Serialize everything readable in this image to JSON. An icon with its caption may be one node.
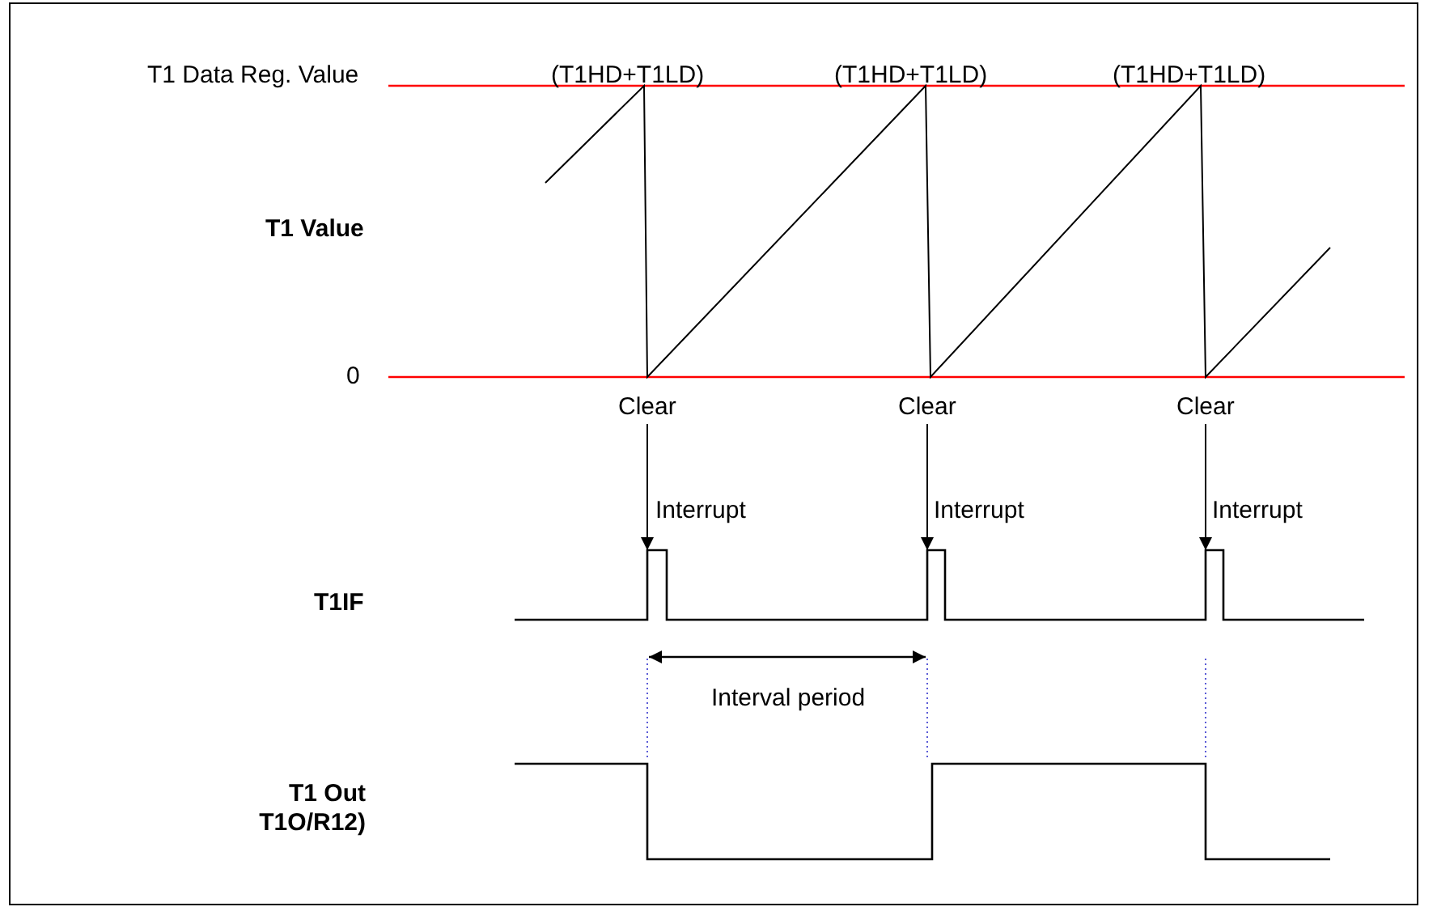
{
  "diagram": {
    "nodes": [
      {
        "text": [
          "Clear"
        ]
      },
      {
        "text": [
          "Clear"
        ]
      },
      {
        "text": [
          "Clear"
        ]
      },
      {
        "text": [],
        "shape": "line"
      }
    ],
    "edges": [
      {
        "from": 0,
        "to": 3,
        "arrow": "to"
      },
      {
        "from": 1,
        "to": 3,
        "arrow": "to"
      },
      {
        "from": 2,
        "to": 3,
        "arrow": "to"
      }
    ],
    "labels": [
      "T1 Data Reg. Value",
      "(T1HD+T1LD)",
      "(T1HD+T1LD)",
      "(T1HD+T1LD)",
      "T1 Value",
      "0",
      "Interrupt",
      "Interrupt",
      "Interrupt",
      "T1IF",
      "Interval period",
      "T1 Out T1O/R12)"
    ]
  }
}
